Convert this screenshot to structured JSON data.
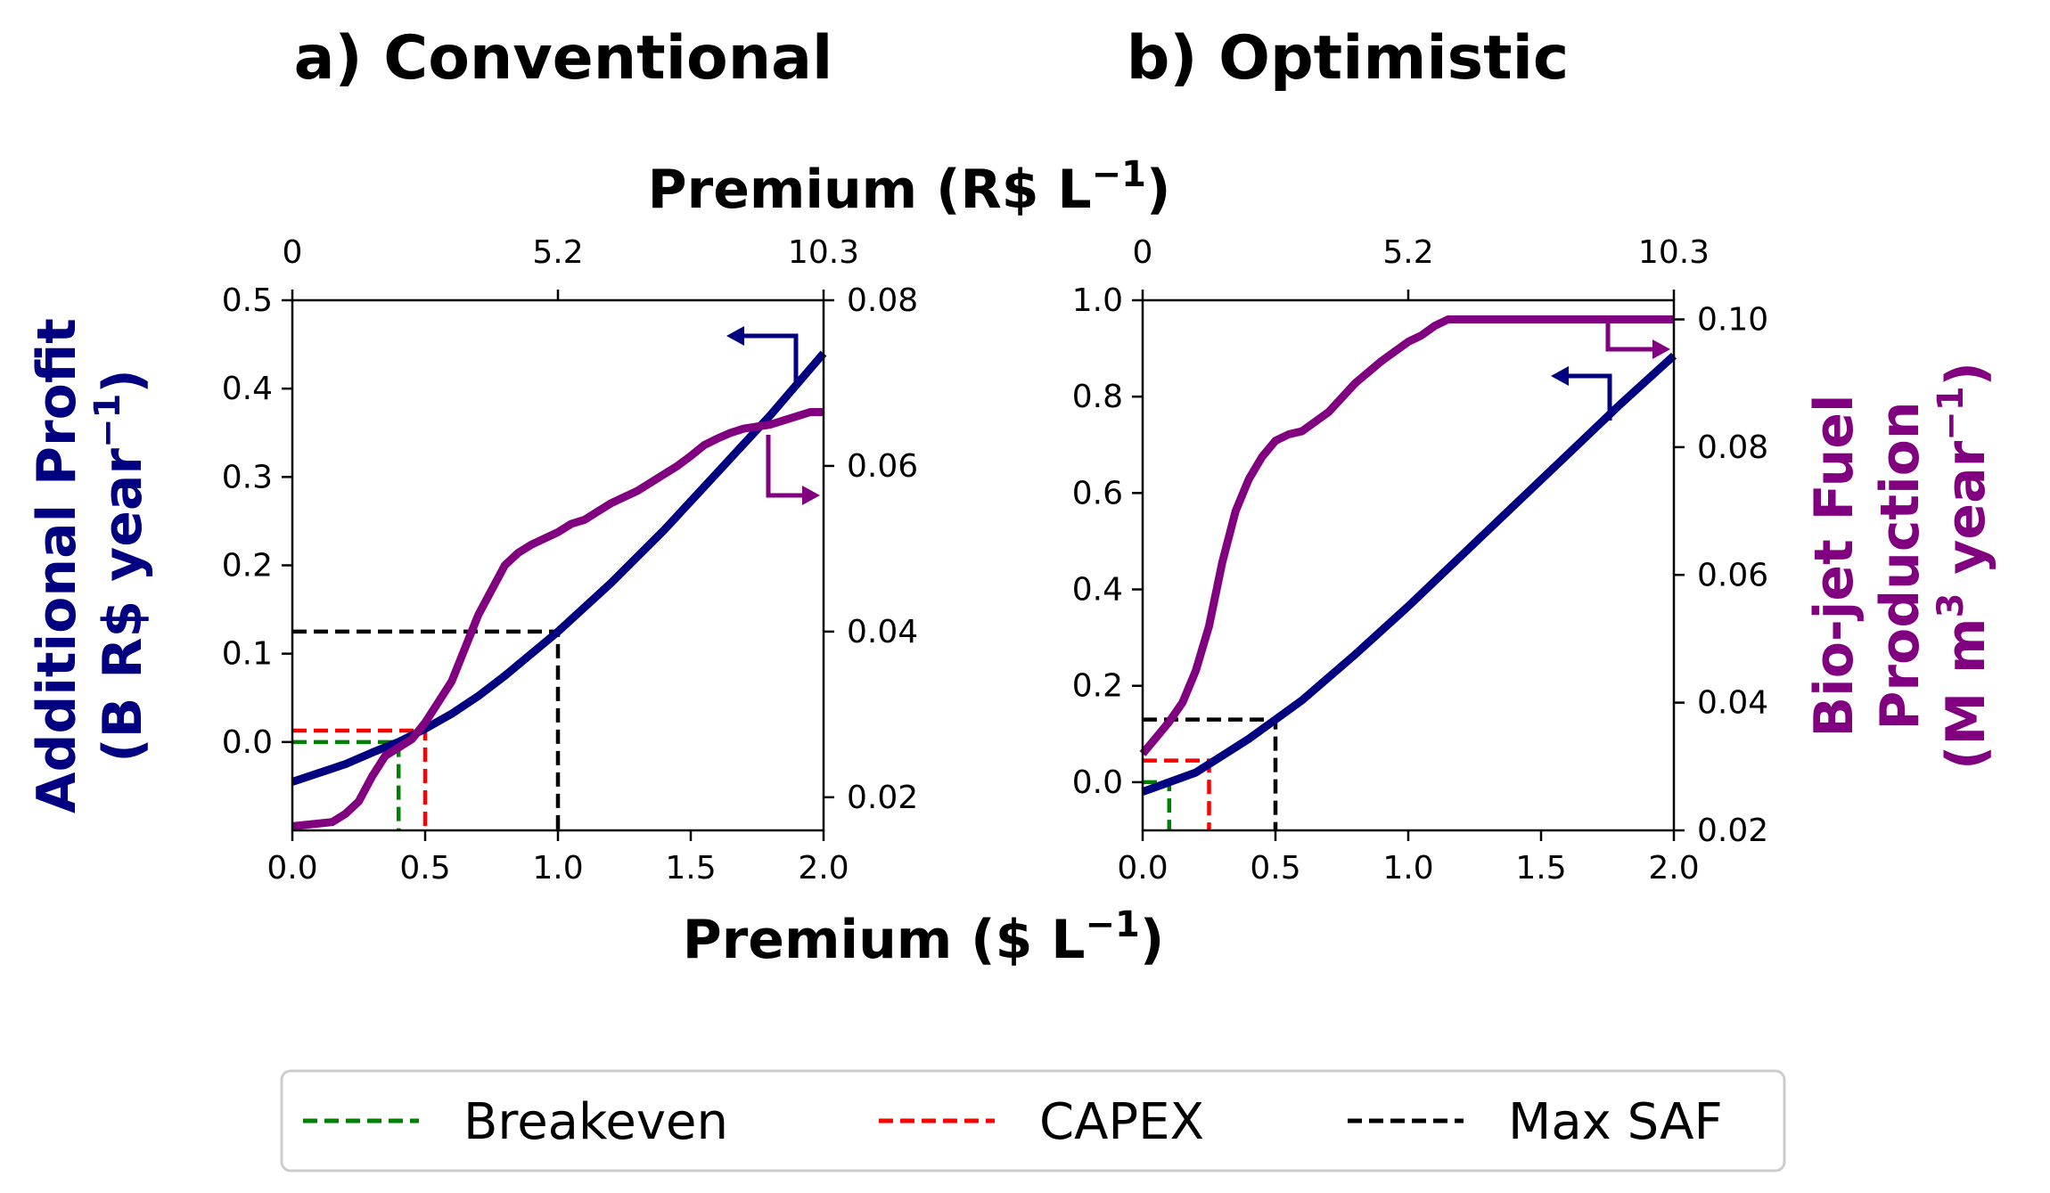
{
  "figure": {
    "panel_a_title": "a) Conventional",
    "panel_b_title": "b) Optimistic",
    "top_xlabel_text": "Premium (R$ L",
    "top_xlabel_sup": "−1",
    "top_xlabel_close": ")",
    "bottom_xlabel_text": "Premium ($ L",
    "bottom_xlabel_sup": "−1",
    "bottom_xlabel_close": ")",
    "left_ylabel_line1": "Additional Profit",
    "left_ylabel_line2_text": "(B R$ year",
    "left_ylabel_line2_sup": "−1",
    "left_ylabel_line2_close": ")",
    "right_ylabel_line1": "Bio-jet Fuel",
    "right_ylabel_line2": "Production",
    "right_ylabel_line3_a": "(M m",
    "right_ylabel_line3_sup1": "3",
    "right_ylabel_line3_b": " year",
    "right_ylabel_line3_sup2": "−1",
    "right_ylabel_line3_close": ")",
    "colors": {
      "profit": "#000080",
      "production": "#800080",
      "breakeven": "#008000",
      "capex": "#ff0000",
      "maxsaf": "#000000"
    }
  },
  "legend": {
    "items": [
      {
        "label": "Breakeven",
        "color": "#008000"
      },
      {
        "label": "CAPEX",
        "color": "#ff0000"
      },
      {
        "label": "Max SAF",
        "color": "#000000"
      }
    ]
  },
  "chart_data": [
    {
      "type": "line",
      "title": "a) Conventional",
      "xlabel": "Premium ($ L−1)",
      "top_xlabel": "Premium (R$ L−1)",
      "ylabel_left": "Additional Profit (B R$ year−1)",
      "ylabel_right": "Bio-jet Fuel Production (M m3 year−1)",
      "xlim": [
        0,
        2.0
      ],
      "ylim_left": [
        -0.1,
        0.5
      ],
      "ylim_right": [
        0.016,
        0.08
      ],
      "x_ticks": [
        "0.0",
        "0.5",
        "1.0",
        "1.5",
        "2.0"
      ],
      "x_tick_values": [
        0,
        0.5,
        1.0,
        1.5,
        2.0
      ],
      "top_x_ticks": [
        "0",
        "5.2",
        "10.3"
      ],
      "top_x_tick_positions": [
        0,
        1.0,
        2.0
      ],
      "y_left_ticks": [
        "0.0",
        "0.1",
        "0.2",
        "0.3",
        "0.4",
        "0.5"
      ],
      "y_left_tick_values": [
        0,
        0.1,
        0.2,
        0.3,
        0.4,
        0.5
      ],
      "y_right_ticks": [
        "0.02",
        "0.04",
        "0.06",
        "0.08"
      ],
      "y_right_tick_values": [
        0.02,
        0.04,
        0.06,
        0.08
      ],
      "series": [
        {
          "axis": "left",
          "x": [
            0,
            0.2,
            0.3,
            0.4,
            0.5,
            0.6,
            0.7,
            0.8,
            1.0,
            1.2,
            1.4,
            1.6,
            1.8,
            2.0
          ],
          "y": [
            -0.045,
            -0.025,
            -0.012,
            0.0,
            0.015,
            0.032,
            0.052,
            0.075,
            0.125,
            0.18,
            0.24,
            0.305,
            0.37,
            0.44
          ]
        },
        {
          "axis": "right",
          "x": [
            0,
            0.15,
            0.2,
            0.25,
            0.3,
            0.35,
            0.4,
            0.45,
            0.5,
            0.55,
            0.6,
            0.65,
            0.7,
            0.75,
            0.8,
            0.85,
            0.9,
            1.0,
            1.05,
            1.1,
            1.15,
            1.2,
            1.3,
            1.4,
            1.45,
            1.5,
            1.55,
            1.6,
            1.65,
            1.7,
            1.8,
            1.9,
            1.95,
            2.0
          ],
          "y": [
            0.0165,
            0.017,
            0.018,
            0.0195,
            0.0225,
            0.025,
            0.026,
            0.027,
            0.029,
            0.0315,
            0.034,
            0.038,
            0.042,
            0.045,
            0.048,
            0.0495,
            0.0505,
            0.052,
            0.053,
            0.0535,
            0.0545,
            0.0555,
            0.057,
            0.059,
            0.06,
            0.0612,
            0.0625,
            0.0633,
            0.064,
            0.0645,
            0.065,
            0.066,
            0.0665,
            0.0665
          ]
        }
      ],
      "reference_lines": [
        {
          "label": "Breakeven",
          "x": 0.4,
          "y": 0.0
        },
        {
          "label": "CAPEX",
          "x": 0.5,
          "y": 0.013
        },
        {
          "label": "Max SAF",
          "x": 1.0,
          "y": 0.125
        }
      ]
    },
    {
      "type": "line",
      "title": "b) Optimistic",
      "xlabel": "Premium ($ L−1)",
      "top_xlabel": "Premium (R$ L−1)",
      "ylabel_left": "Additional Profit (B R$ year−1)",
      "ylabel_right": "Bio-jet Fuel Production (M m3 year−1)",
      "xlim": [
        0,
        2.0
      ],
      "ylim_left": [
        -0.1,
        1.0
      ],
      "ylim_right": [
        0.02,
        0.103
      ],
      "x_ticks": [
        "0.0",
        "0.5",
        "1.0",
        "1.5",
        "2.0"
      ],
      "x_tick_values": [
        0,
        0.5,
        1.0,
        1.5,
        2.0
      ],
      "top_x_ticks": [
        "0",
        "5.2",
        "10.3"
      ],
      "top_x_tick_positions": [
        0,
        1.0,
        2.0
      ],
      "y_left_ticks": [
        "0.0",
        "0.2",
        "0.4",
        "0.6",
        "0.8",
        "1.0"
      ],
      "y_left_tick_values": [
        0,
        0.2,
        0.4,
        0.6,
        0.8,
        1.0
      ],
      "y_right_ticks": [
        "0.02",
        "0.04",
        "0.06",
        "0.08",
        "0.10"
      ],
      "y_right_tick_values": [
        0.02,
        0.04,
        0.06,
        0.08,
        0.1
      ],
      "series": [
        {
          "axis": "left",
          "x": [
            0,
            0.1,
            0.2,
            0.3,
            0.4,
            0.5,
            0.6,
            0.8,
            1.0,
            1.2,
            1.4,
            1.6,
            1.8,
            2.0
          ],
          "y": [
            -0.02,
            0.0,
            0.02,
            0.055,
            0.09,
            0.13,
            0.17,
            0.265,
            0.365,
            0.47,
            0.575,
            0.68,
            0.785,
            0.885
          ]
        },
        {
          "axis": "right",
          "x": [
            0,
            0.05,
            0.1,
            0.15,
            0.2,
            0.25,
            0.3,
            0.35,
            0.4,
            0.45,
            0.5,
            0.55,
            0.6,
            0.7,
            0.8,
            0.9,
            1.0,
            1.05,
            1.1,
            1.15,
            1.2,
            1.3,
            1.5,
            1.7,
            1.9,
            2.0
          ],
          "y": [
            0.032,
            0.0345,
            0.037,
            0.04,
            0.045,
            0.052,
            0.062,
            0.07,
            0.075,
            0.0785,
            0.081,
            0.082,
            0.0825,
            0.0855,
            0.09,
            0.0935,
            0.0965,
            0.0975,
            0.099,
            0.1,
            0.1,
            0.1,
            0.1,
            0.1,
            0.1,
            0.1
          ]
        }
      ],
      "reference_lines": [
        {
          "label": "Breakeven",
          "x": 0.1,
          "y": 0.0
        },
        {
          "label": "CAPEX",
          "x": 0.25,
          "y": 0.045
        },
        {
          "label": "Max SAF",
          "x": 0.5,
          "y": 0.13
        }
      ]
    }
  ]
}
